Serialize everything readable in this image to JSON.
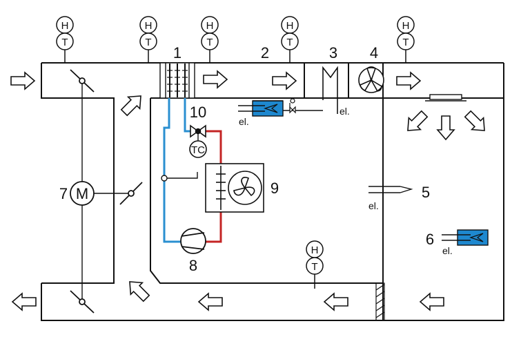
{
  "sensor": {
    "humidity_letter": "H",
    "temperature_letter": "T"
  },
  "components": {
    "c1": "1",
    "c2": "2",
    "c3": "3",
    "c4": "4",
    "c5": "5",
    "c6": "6",
    "c7": "7",
    "c8": "8",
    "c9": "9",
    "c10": "10"
  },
  "motor": {
    "letter": "M"
  },
  "controller": {
    "label": "TC"
  },
  "electric": {
    "label": "el."
  },
  "colors": {
    "line": "#111111",
    "cold_pipe": "#2a8fd0",
    "hot_pipe": "#c42424",
    "water": "#1e88cf"
  }
}
